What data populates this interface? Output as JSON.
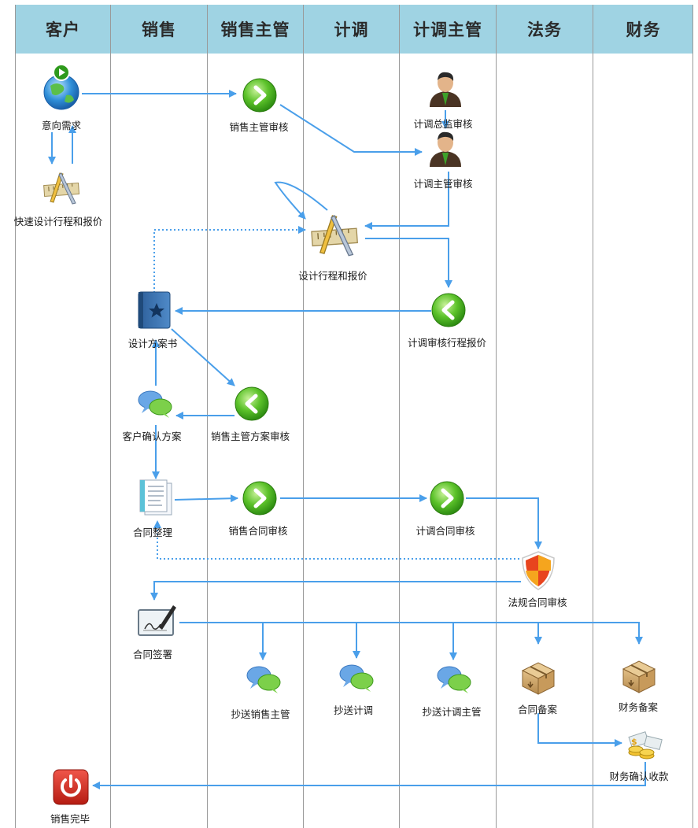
{
  "lanes": [
    "客户",
    "销售",
    "销售主管",
    "计调",
    "计调主管",
    "法务",
    "财务"
  ],
  "nodes": {
    "intent": "意向需求",
    "quick_design": "快速设计行程和报价",
    "sales_mgr_review": "销售主管审核",
    "op_director_review": "计调总监审核",
    "op_mgr_review": "计调主管审核",
    "design_quote": "设计行程和报价",
    "design_book": "设计方案书",
    "op_review_quote": "计调审核行程报价",
    "customer_confirm": "客户确认方案",
    "sales_mgr_plan_review": "销售主管方案审核",
    "contract_draft": "合同整理",
    "sales_contract_review": "销售合同审核",
    "op_contract_review": "计调合同审核",
    "legal_contract_review": "法规合同审核",
    "contract_sign": "合同签署",
    "cc_sales_mgr": "抄送销售主管",
    "cc_op": "抄送计调",
    "cc_op_mgr": "抄送计调主管",
    "contract_archive": "合同备案",
    "finance_archive": "财务备案",
    "finance_confirm": "财务确认收款",
    "sales_done": "销售完毕"
  },
  "colors": {
    "header_bg": "#9fd3e3",
    "lane_divider": "#9a9a9a",
    "connector": "#4a9fea",
    "go_green": "#3fae1e",
    "stop_red": "#d42a1f"
  },
  "icons": {
    "intent": "globe-play-icon",
    "quick_design": "ruler-pencil-icon",
    "sales_mgr_review": "green-arrow-right-icon",
    "op_director_review": "person-icon",
    "op_mgr_review": "person-icon",
    "design_quote": "ruler-pencil-icon",
    "design_book": "star-book-icon",
    "op_review_quote": "green-arrow-left-icon",
    "customer_confirm": "chat-bubbles-icon",
    "sales_mgr_plan_review": "green-arrow-left-icon",
    "contract_draft": "document-icon",
    "sales_contract_review": "green-arrow-right-icon",
    "op_contract_review": "green-arrow-right-icon",
    "legal_contract_review": "shield-icon",
    "contract_sign": "sign-pen-icon",
    "cc": "chat-bubbles-icon",
    "archive": "box-icon",
    "finance_confirm": "coins-icon",
    "sales_done": "power-icon"
  }
}
